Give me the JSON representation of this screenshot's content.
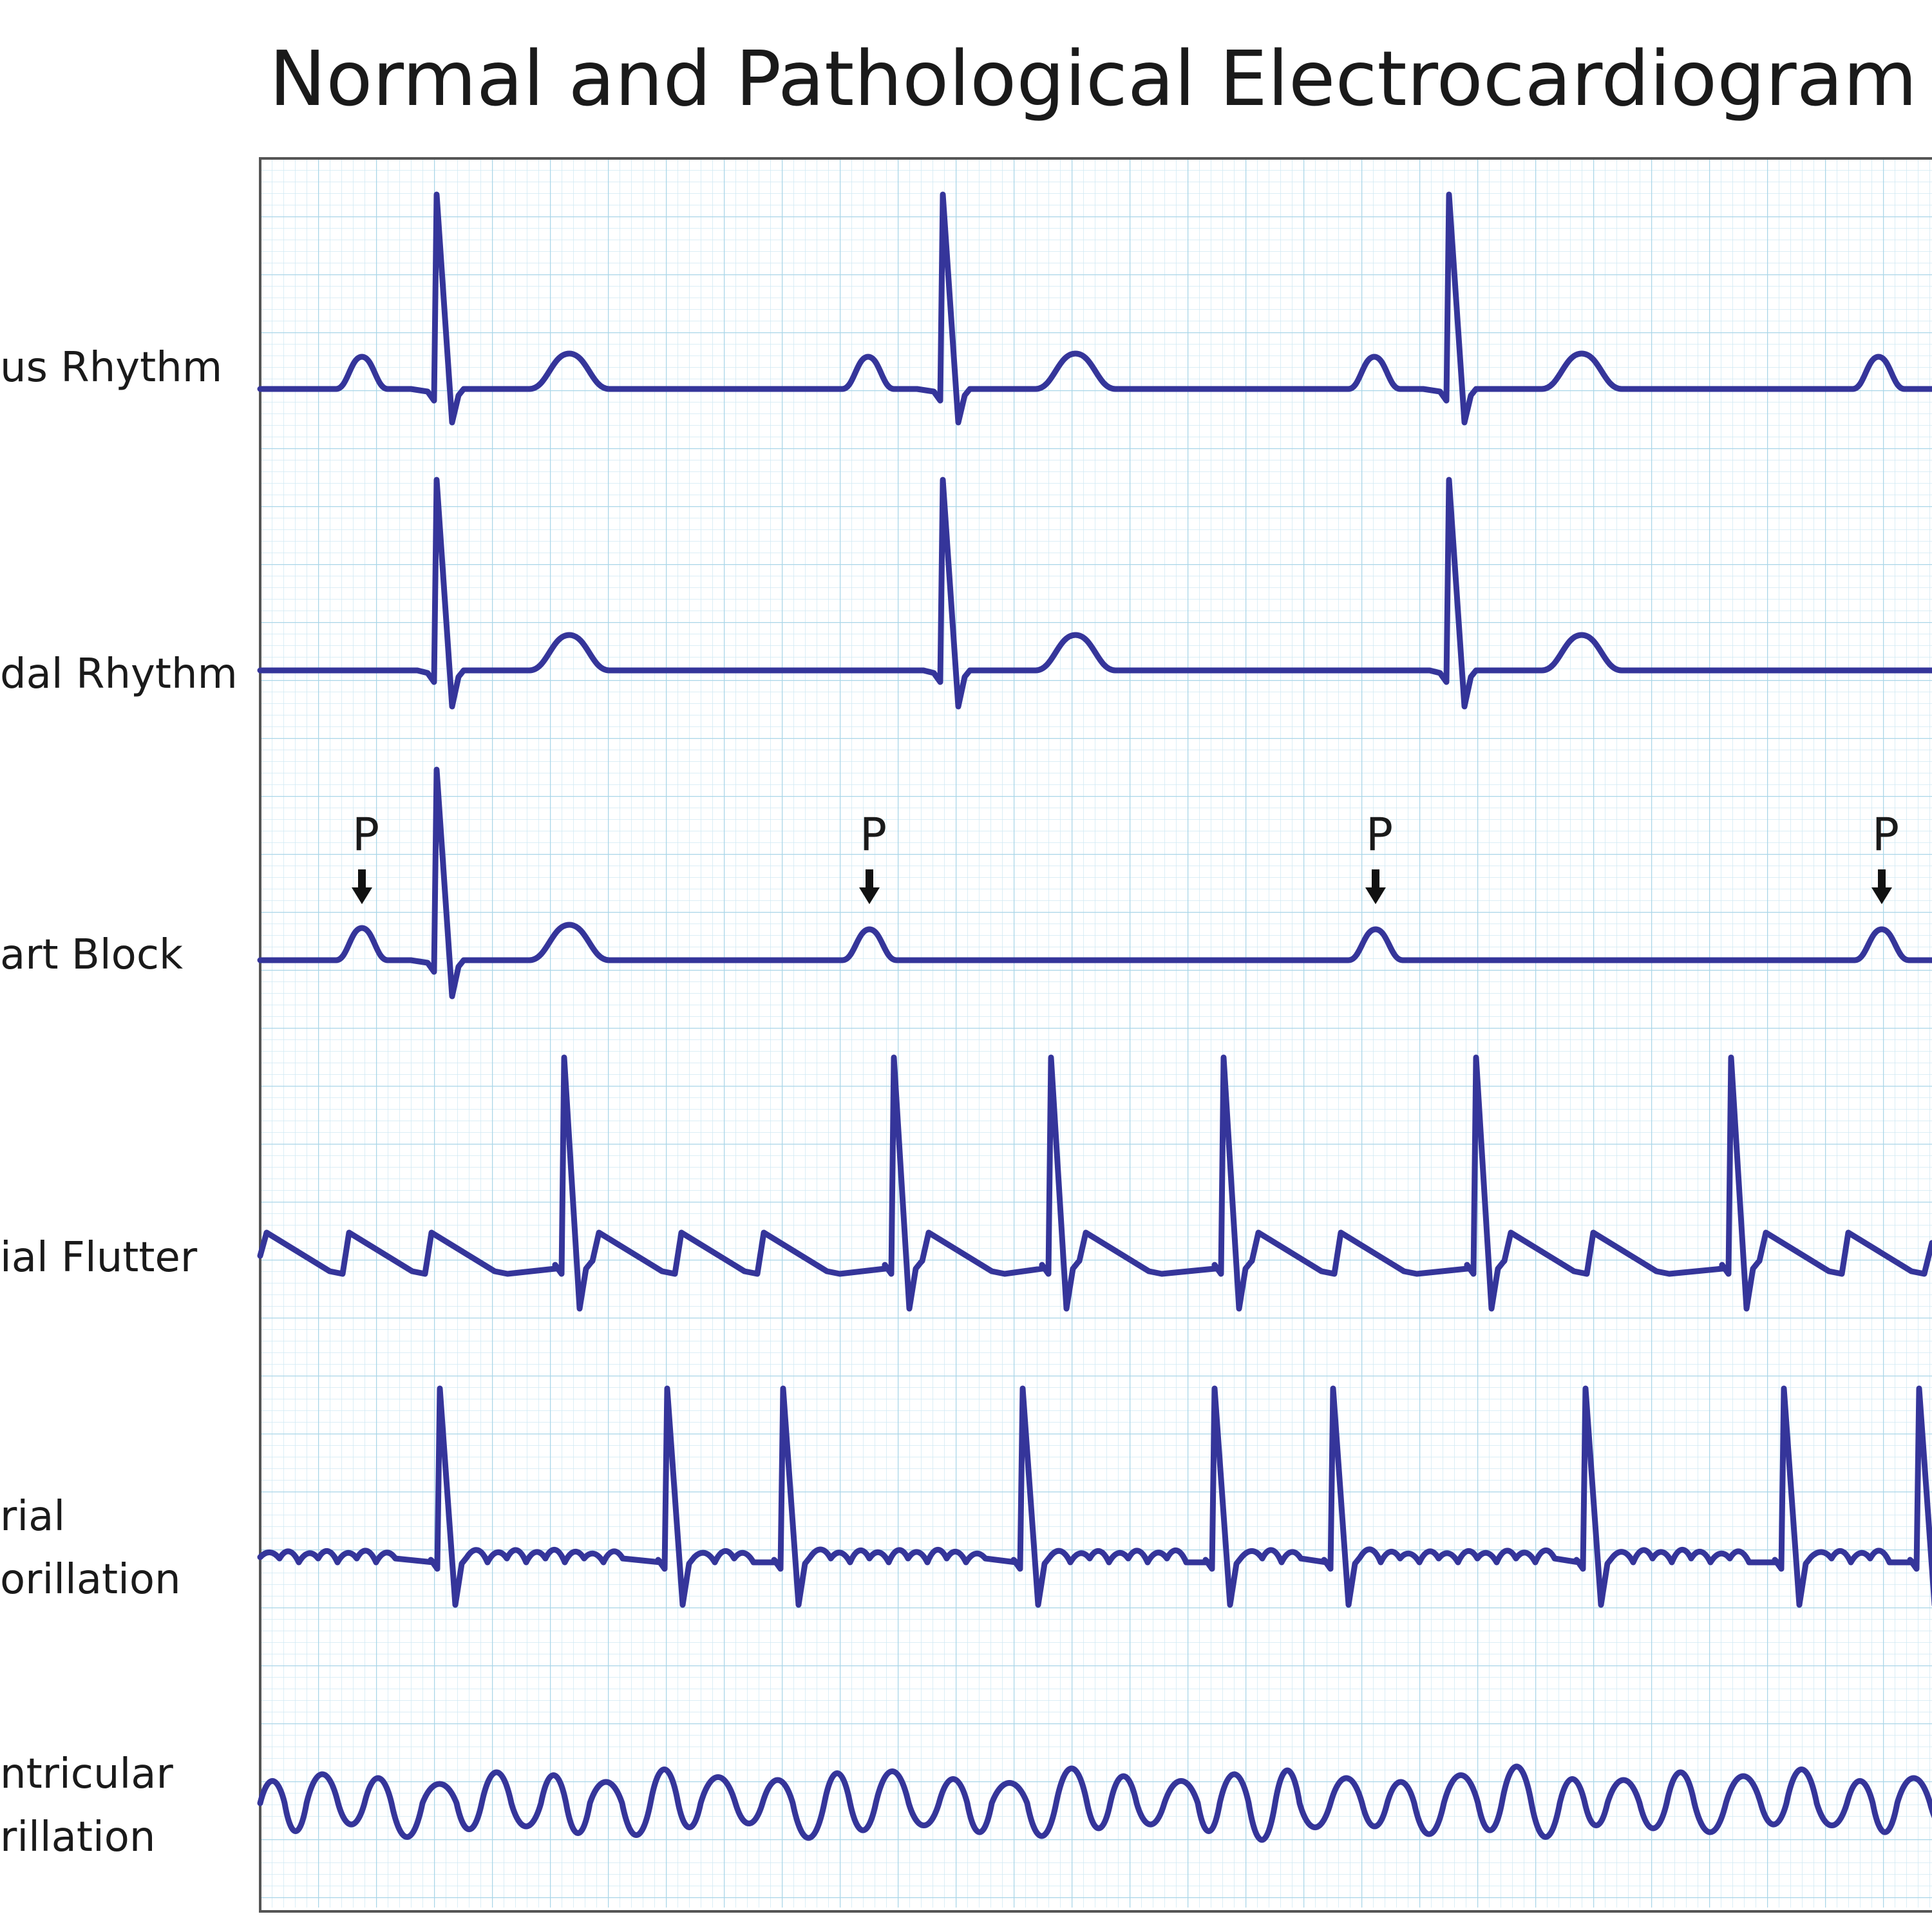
{
  "title": "Normal and Pathological Electrocardiogram",
  "rows": [
    {
      "label_lines": [
        "us Rhythm"
      ]
    },
    {
      "label_lines": [
        "dal Rhythm"
      ]
    },
    {
      "label_lines": [
        "art Block"
      ]
    },
    {
      "label_lines": [
        "ial Flutter"
      ]
    },
    {
      "label_lines": [
        "rial",
        "orillation"
      ]
    },
    {
      "label_lines": [
        "ntricular",
        "rillation"
      ]
    }
  ],
  "p_marker": "P",
  "colors": {
    "trace": "#35359a",
    "grid_minor": "#cfe9f3",
    "grid_major": "#a9d6e8",
    "frame": "#555555",
    "text": "#1a1a1a"
  }
}
